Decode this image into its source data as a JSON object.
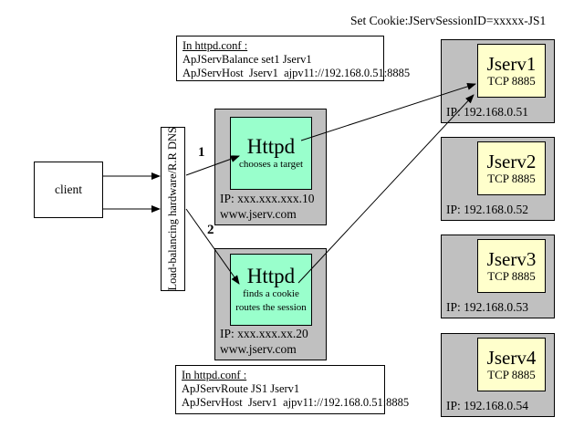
{
  "title": "Set Cookie:JServSessionID=xxxxx-JS1",
  "config_top": {
    "heading": "In httpd.conf :",
    "line1": "ApJServBalance set1 Jserv1",
    "line2": "ApJServHost  Jserv1  ajpv11://192.168.0.51:8885"
  },
  "config_bottom": {
    "heading": "In httpd.conf :",
    "line1": "ApJServRoute JS1 Jserv1",
    "line2": "ApJServHost  Jserv1  ajpv11://192.168.0.51:8885"
  },
  "client": {
    "label": "client"
  },
  "load_balancer": {
    "label": "Load-balancing hardware/R.R DNS"
  },
  "httpd_servers": [
    {
      "name": "Httpd",
      "caption1": "chooses a target",
      "caption2": "",
      "ip": "IP: xxx.xxx.xxx.10",
      "domain": "www.jserv.com"
    },
    {
      "name": "Httpd",
      "caption1": "finds a cookie",
      "caption2": "routes the session",
      "ip": "IP: xxx.xxx.xx.20",
      "domain": "www.jserv.com"
    }
  ],
  "jserv_servers": [
    {
      "name": "Jserv1",
      "port": "TCP 8885",
      "ip": "IP: 192.168.0.51"
    },
    {
      "name": "Jserv2",
      "port": "TCP 8885",
      "ip": "IP: 192.168.0.52"
    },
    {
      "name": "Jserv3",
      "port": "TCP 8885",
      "ip": "IP: 192.168.0.53"
    },
    {
      "name": "Jserv4",
      "port": "TCP 8885",
      "ip": "IP: 192.168.0.54"
    }
  ],
  "arrow_labels": {
    "step1": "1",
    "step2": "2"
  },
  "colors": {
    "server_gray": "#c0c0c0",
    "httpd_green": "#99ffcc",
    "jserv_yellow": "#ffffcc",
    "line_black": "#000000"
  }
}
